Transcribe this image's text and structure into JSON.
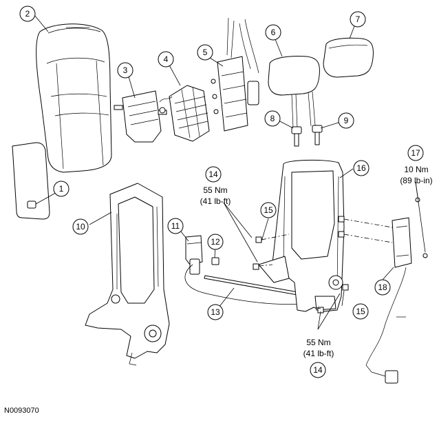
{
  "callouts": [
    {
      "id": "1",
      "label": "1"
    },
    {
      "id": "2",
      "label": "2"
    },
    {
      "id": "3",
      "label": "3"
    },
    {
      "id": "4",
      "label": "4"
    },
    {
      "id": "5",
      "label": "5"
    },
    {
      "id": "6",
      "label": "6"
    },
    {
      "id": "7",
      "label": "7"
    },
    {
      "id": "8",
      "label": "8"
    },
    {
      "id": "9",
      "label": "9"
    },
    {
      "id": "10",
      "label": "10"
    },
    {
      "id": "11",
      "label": "11"
    },
    {
      "id": "12",
      "label": "12"
    },
    {
      "id": "13",
      "label": "13"
    },
    {
      "id": "14a",
      "label": "14"
    },
    {
      "id": "14b",
      "label": "14"
    },
    {
      "id": "15a",
      "label": "15"
    },
    {
      "id": "15b",
      "label": "15"
    },
    {
      "id": "16",
      "label": "16"
    },
    {
      "id": "17",
      "label": "17"
    },
    {
      "id": "18",
      "label": "18"
    }
  ],
  "torques": {
    "t14_top": {
      "nm": "55 Nm",
      "lbft": "(41 lb-ft)"
    },
    "t14_bottom": {
      "nm": "55 Nm",
      "lbft": "(41 lb-ft)"
    },
    "t17": {
      "nm": "10 Nm",
      "lbft": "(89 lb-in)"
    }
  },
  "figure_id": "N0093070"
}
